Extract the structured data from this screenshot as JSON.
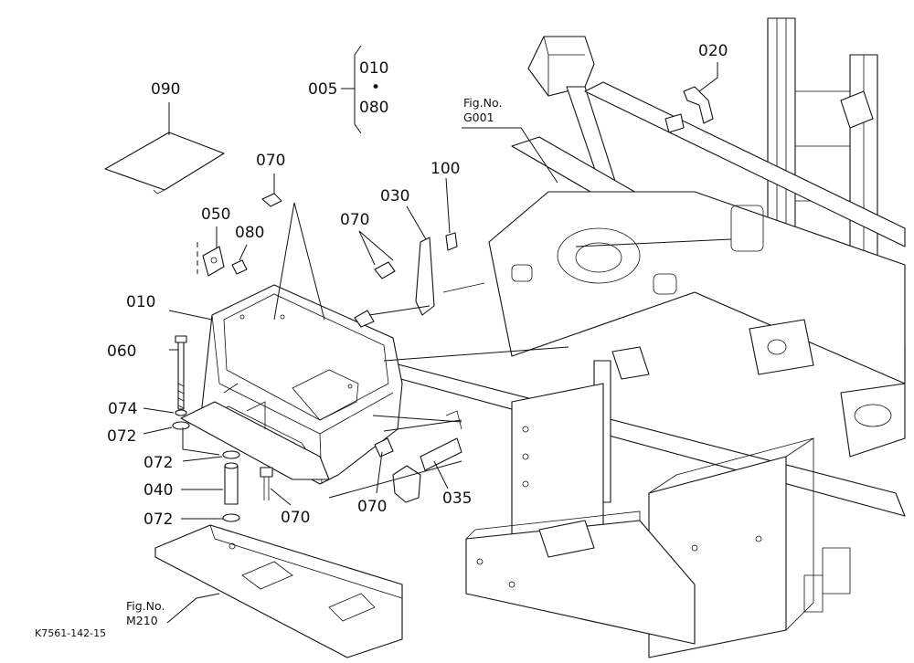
{
  "labels": {
    "p090": "090",
    "p005": "005",
    "p010_range": "010",
    "dot": "•",
    "p080_range": "080",
    "p020": "020",
    "p070_a": "070",
    "p050": "050",
    "p080": "080",
    "p030": "030",
    "p100": "100",
    "p070_b": "070",
    "p010": "010",
    "p060": "060",
    "p074": "074",
    "p072_a": "072",
    "p072_b": "072",
    "p040": "040",
    "p072_c": "072",
    "p070_c": "070",
    "p070_d": "070",
    "p035": "035"
  },
  "figures": {
    "g001_line1": "Fig.No.",
    "g001_line2": "G001",
    "m210_line1": "Fig.No.",
    "m210_line2": "M210"
  },
  "drawing_code": "K7561-142-15"
}
